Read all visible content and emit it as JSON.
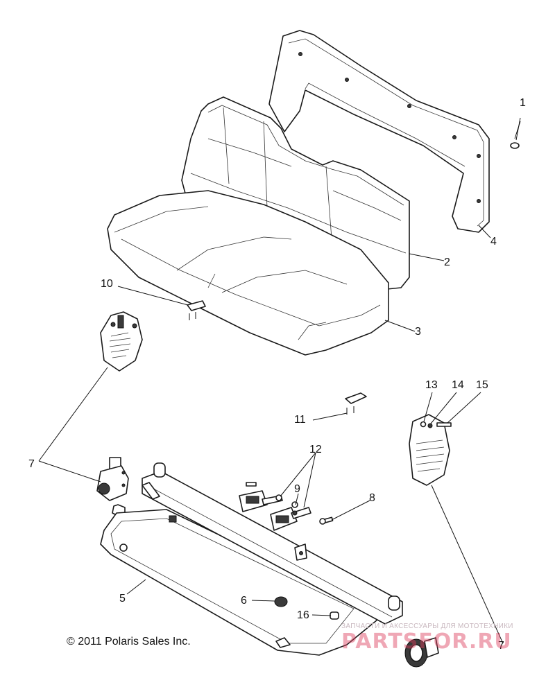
{
  "callouts": {
    "c1": "1",
    "c2": "2",
    "c3": "3",
    "c4": "4",
    "c5": "5",
    "c6": "6",
    "c7a": "7",
    "c7b": "7",
    "c8": "8",
    "c9": "9",
    "c10": "10",
    "c11": "11",
    "c12": "12",
    "c13": "13",
    "c14": "14",
    "c15": "15",
    "c16": "16"
  },
  "copyright": "© 2011 Polaris Sales Inc.",
  "watermark": {
    "tagline": "ЗАПЧАСТИ И АКСЕССУАРЫ ДЛЯ МОТОТЕХНИКИ",
    "logo": "PARTSFOR.RU"
  },
  "colors": {
    "line": "#1a1a1a",
    "background": "#ffffff",
    "watermark": "#dc3c5a"
  }
}
